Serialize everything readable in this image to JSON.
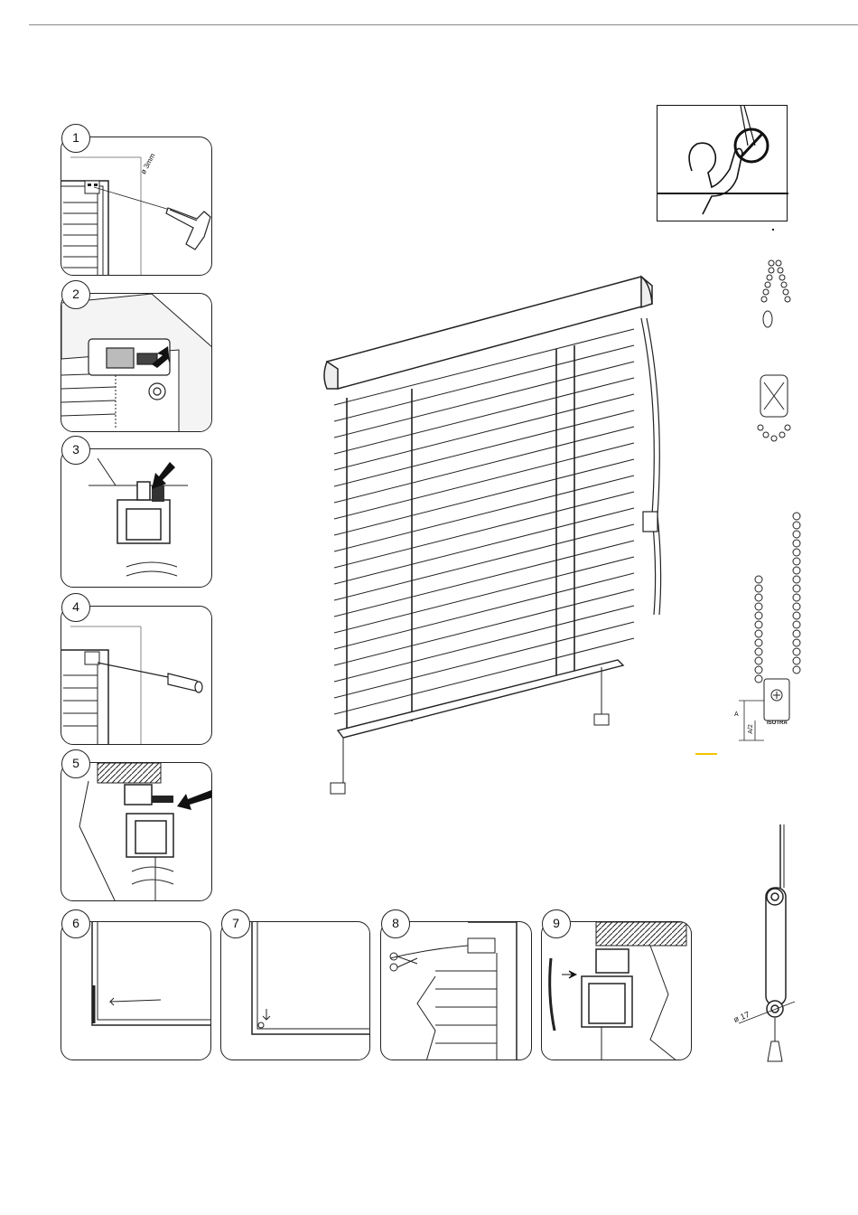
{
  "steps": [
    {
      "number": "1",
      "annotation": "ø 3mm"
    },
    {
      "number": "2"
    },
    {
      "number": "3"
    },
    {
      "number": "4"
    },
    {
      "number": "5"
    },
    {
      "number": "6"
    },
    {
      "number": "7"
    },
    {
      "number": "8"
    },
    {
      "number": "9"
    }
  ],
  "chain_detail": {
    "dim_a": "A",
    "dim_half": "A/2",
    "brand": "ISOTRA"
  },
  "cord_detail": {
    "diameter": "ø 17"
  },
  "warning": {
    "icon": "no-child-cord-icon"
  }
}
